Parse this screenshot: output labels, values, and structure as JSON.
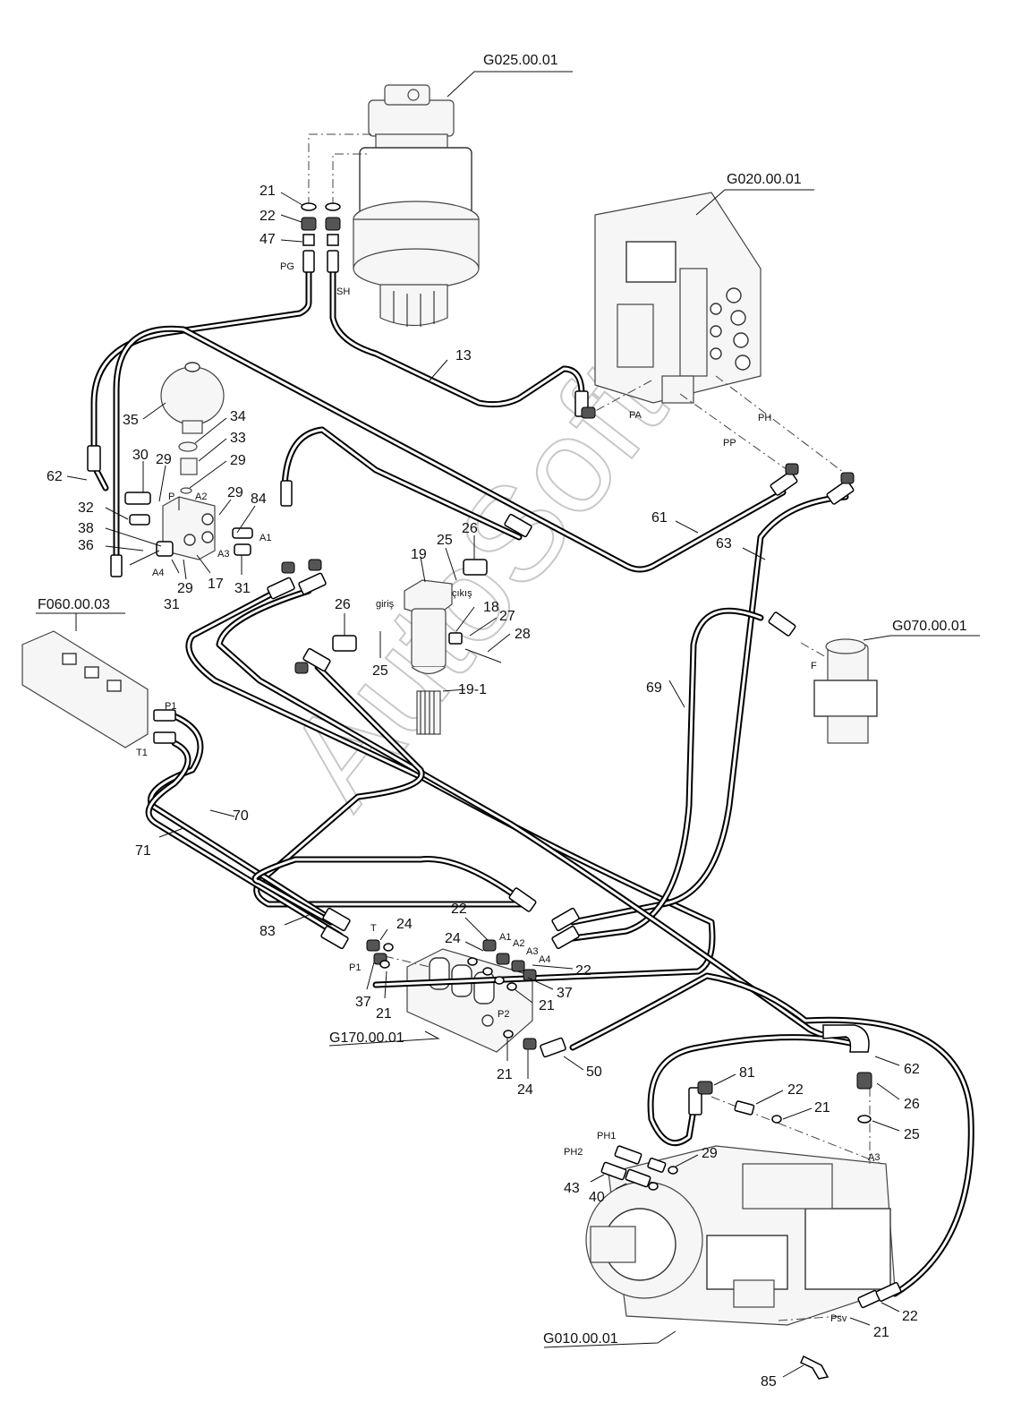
{
  "watermark": "AutoSoft",
  "assemblies": [
    {
      "id": "G025",
      "code": "G025.00.01"
    },
    {
      "id": "G020",
      "code": "G020.00.01"
    },
    {
      "id": "F060",
      "code": "F060.00.03"
    },
    {
      "id": "G070",
      "code": "G070.00.01"
    },
    {
      "id": "G170",
      "code": "G170.00.01"
    },
    {
      "id": "G010",
      "code": "G010.00.01"
    }
  ],
  "callouts": [
    "21",
    "22",
    "47",
    "13",
    "35",
    "34",
    "33",
    "29",
    "30",
    "62",
    "29",
    "29",
    "84",
    "32",
    "38",
    "36",
    "31",
    "29",
    "17",
    "31",
    "26",
    "25",
    "19",
    "18",
    "27",
    "28",
    "26",
    "25",
    "19-1",
    "61",
    "63",
    "69",
    "70",
    "71",
    "83",
    "24",
    "22",
    "24",
    "37",
    "21",
    "22",
    "37",
    "21",
    "21",
    "24",
    "50",
    "62",
    "81",
    "22",
    "21",
    "26",
    "25",
    "29",
    "43",
    "40",
    "22",
    "21",
    "85"
  ],
  "ports": [
    "PG",
    "SH",
    "PA",
    "PH",
    "PP",
    "P",
    "A2",
    "A1",
    "A4",
    "A3",
    "giriş",
    "çıkış",
    "F",
    "P1",
    "T1",
    "T",
    "P1",
    "A1",
    "A2",
    "A3",
    "A4",
    "P2",
    "PH1",
    "PH2",
    "A3",
    "Psv"
  ]
}
